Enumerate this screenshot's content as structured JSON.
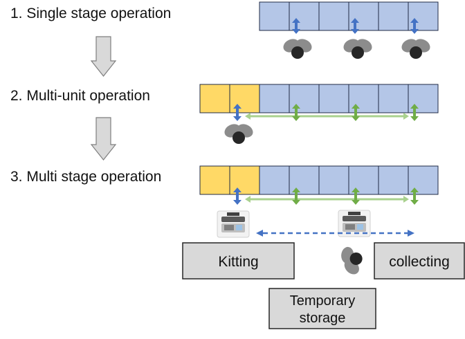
{
  "headings": {
    "single": "1. Single stage operation",
    "multi_unit": "2. Multi-unit operation",
    "multi_stage": "3. Multi stage operation"
  },
  "areas": {
    "kitting": "Kitting",
    "collecting": "collecting",
    "temporary_storage": [
      "Temporary",
      "storage"
    ]
  },
  "colors": {
    "cell_blue": "#b4c6e7",
    "cell_yellow": "#ffd966",
    "cell_border": "#1f2a44",
    "arrow_blue": "#4472c4",
    "arrow_green": "#70ad47",
    "range_green": "#a9d18e",
    "down_arrow": "#d9d9d9",
    "box_fill": "#d9d9d9",
    "person": "#8c8c8c"
  },
  "icons": [
    "worker-icon",
    "agv-robot-icon",
    "double-arrow-icon",
    "down-arrow-icon"
  ]
}
